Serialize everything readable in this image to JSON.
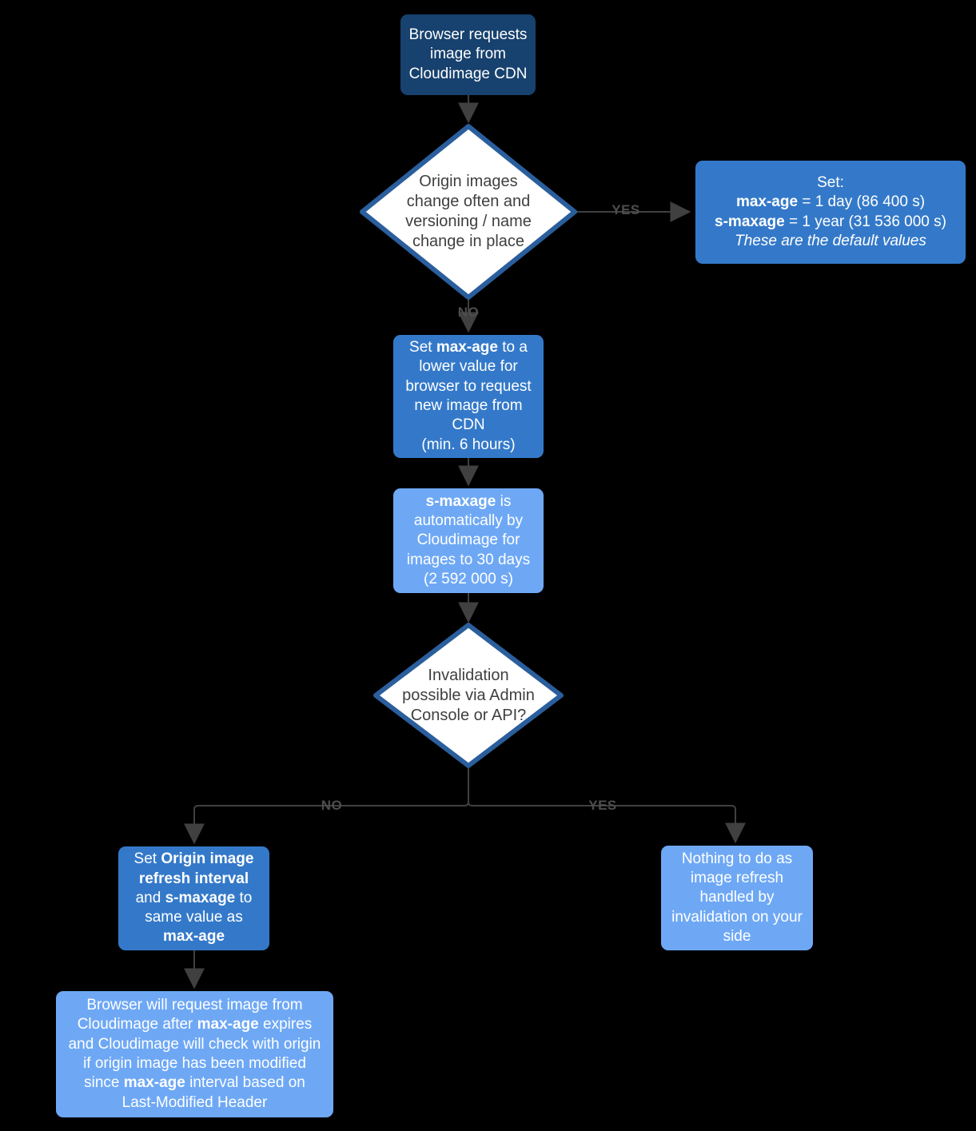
{
  "colors": {
    "background": "#000000",
    "dark_navy": "#17416e",
    "medium_blue": "#3479c9",
    "light_blue": "#6ea8f5",
    "diamond_border": "#2a5e9c",
    "diamond_fill": "#ffffff",
    "diamond_text": "#3f3f3f",
    "edge": "#404040",
    "edge_label": "#4d4d4d",
    "box_text": "#ffffff"
  },
  "nodes": {
    "start": {
      "rich": [
        {
          "t": "Browser requests\nimage from\nCloudimage CDN"
        }
      ]
    },
    "decision_versioning": {
      "rich": [
        {
          "t": "Origin images\nchange often and\nversioning / name\nchange in place"
        }
      ]
    },
    "set_defaults": {
      "rich": [
        {
          "t": "Set:\n"
        },
        {
          "t": "max-age",
          "b": true
        },
        {
          "t": " = 1 day (86 400 s)\n"
        },
        {
          "t": "s-maxage",
          "b": true
        },
        {
          "t": " = 1 year (31 536 000 s)\n"
        },
        {
          "t": "These are the default values",
          "i": true
        }
      ]
    },
    "set_max_age_lower": {
      "rich": [
        {
          "t": "Set "
        },
        {
          "t": "max-age",
          "b": true
        },
        {
          "t": " to a\nlower value for\nbrowser to request\nnew image from\nCDN\n(min. 6 hours)"
        }
      ]
    },
    "s_maxage_auto": {
      "rich": [
        {
          "t": "s-maxage",
          "b": true
        },
        {
          "t": " is\nautomatically by\nCloudimage for\nimages to 30 days\n(2 592 000 s)"
        }
      ]
    },
    "decision_invalidation": {
      "rich": [
        {
          "t": "Invalidation\npossible via Admin\nConsole or API?"
        }
      ]
    },
    "set_refresh_interval": {
      "rich": [
        {
          "t": "Set "
        },
        {
          "t": "Origin image\nrefresh interval",
          "b": true
        },
        {
          "t": "\nand "
        },
        {
          "t": "s-maxage",
          "b": true
        },
        {
          "t": " to\nsame value as\n"
        },
        {
          "t": "max-age",
          "b": true
        }
      ]
    },
    "nothing_to_do": {
      "rich": [
        {
          "t": "Nothing to do as\nimage refresh\nhandled by\ninvalidation on your\nside"
        }
      ]
    },
    "browser_will_request": {
      "rich": [
        {
          "t": "Browser will request image from\nCloudimage after "
        },
        {
          "t": "max-age",
          "b": true
        },
        {
          "t": " expires\nand Cloudimage will check with origin\nif origin image has been modified\nsince "
        },
        {
          "t": "max-age",
          "b": true
        },
        {
          "t": " interval based on\nLast-Modified Header"
        }
      ]
    }
  },
  "edge_labels": {
    "yes_versioning": "YES",
    "no_versioning": "NO",
    "no_invalidation": "NO",
    "yes_invalidation": "YES"
  }
}
